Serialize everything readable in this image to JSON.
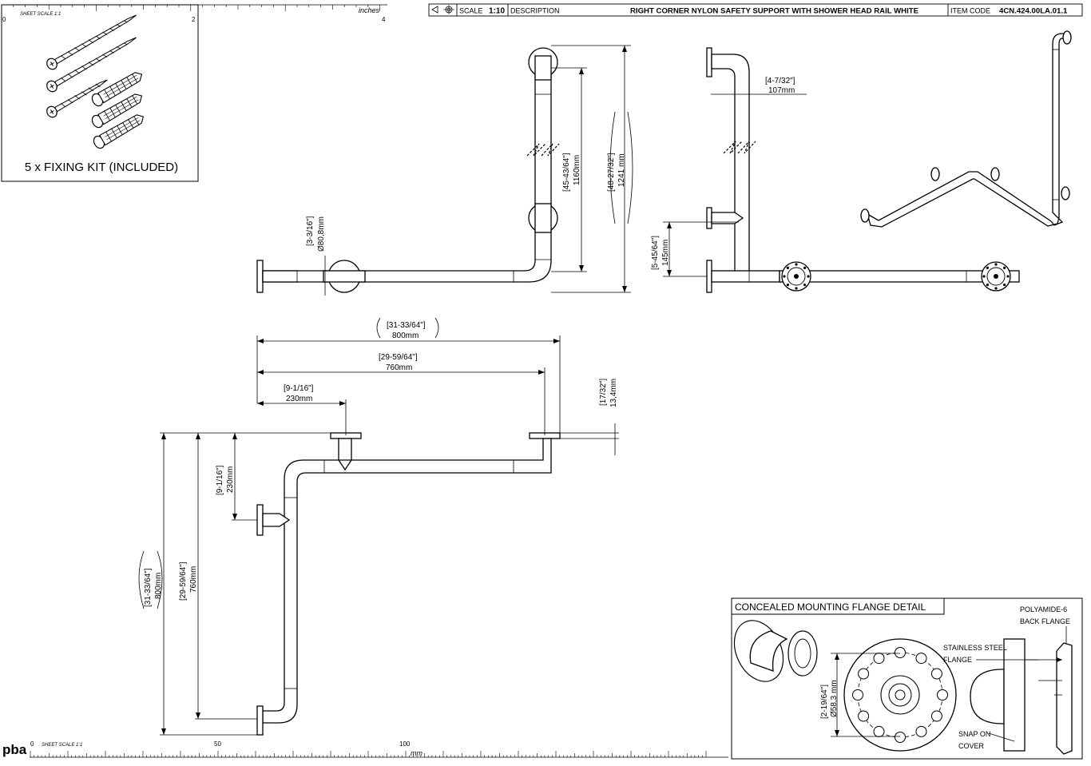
{
  "title_block": {
    "scale_label": "SCALE",
    "scale_value": "1:10",
    "description_label": "DESCRIPTION",
    "description": "RIGHT CORNER NYLON SAFETY SUPPORT WITH SHOWER HEAD RAIL WHITE",
    "item_code_label": "ITEM CODE",
    "item_code": "4CN.424.00LA.01.1"
  },
  "top_ruler": {
    "sheet_scale": "SHEET SCALE 1:1",
    "unit": "inches",
    "ticks": [
      "0",
      "2",
      "4"
    ]
  },
  "bottom_ruler": {
    "logo": "pba",
    "sheet_scale": "SHEET SCALE 1:1",
    "unit": "mm",
    "ticks": [
      "0",
      "50",
      "100"
    ]
  },
  "fixing_kit": {
    "caption": "5 x FIXING KIT (INCLUDED)"
  },
  "front_view": {
    "dim_diameter_in": "[3-3/16\"]",
    "dim_diameter_mm": "Ø80,8mm",
    "dim_inner_in": "[45-43/64\"]",
    "dim_inner_mm": "1160mm",
    "dim_outer_in": "[48-27/32\"]",
    "dim_outer_mm": "1241 mm"
  },
  "side_view": {
    "dim_offset_in": "[4-7/32\"]",
    "dim_offset_mm": "107mm",
    "dim_drop_in": "[5-45/64\"]",
    "dim_drop_mm": "145mm"
  },
  "plan_view": {
    "dim_overall_in": "[31-33/64\"]",
    "dim_overall_mm": "800mm",
    "dim_span_in": "[29-59/64\"]",
    "dim_span_mm": "760mm",
    "dim_mid_in": "[9-1/16\"]",
    "dim_mid_mm": "230mm",
    "dim_flange_in": "[17/32\"]",
    "dim_flange_mm": "13,4mm",
    "dim_side_mid_in": "[9-1/16\"]",
    "dim_side_mid_mm": "230mm",
    "dim_side_span_in": "[29-59/64\"]",
    "dim_side_span_mm": "760mm",
    "dim_side_overall_in": "[31-33/64\"]",
    "dim_side_overall_mm": "800mm"
  },
  "flange_detail": {
    "title": "CONCEALED MOUNTING FLANGE DETAIL",
    "label_back_1": "POLYAMIDE-6",
    "label_back_2": "BACK FLANGE",
    "label_steel_1": "STAINLESS STEEL",
    "label_steel_2": "FLANGE",
    "label_snap_1": "SNAP ON",
    "label_snap_2": "COVER",
    "dim_diameter_in": "[2-19/64\"]",
    "dim_diameter_mm": "Ø58,3 mm"
  }
}
